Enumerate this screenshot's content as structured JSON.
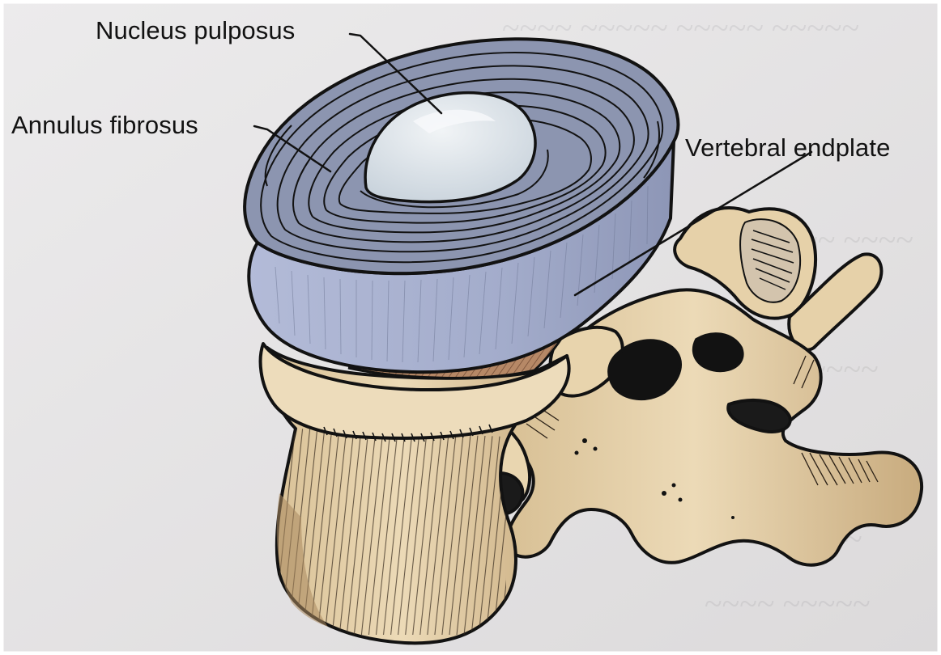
{
  "labels": {
    "nucleus": "Nucleus pulposus",
    "annulus": "Annulus fibrosus",
    "endplate": "Vertebral endplate"
  },
  "colors": {
    "page": "#e4e2e3",
    "disc_top": "#8a93ae",
    "disc_side": "#a6afcd",
    "nucleus": "#dfe6ec",
    "bone": "#ead7b2",
    "bone_shade": "#b99a70",
    "endplate": "#a7795a",
    "ink": "#121212"
  }
}
